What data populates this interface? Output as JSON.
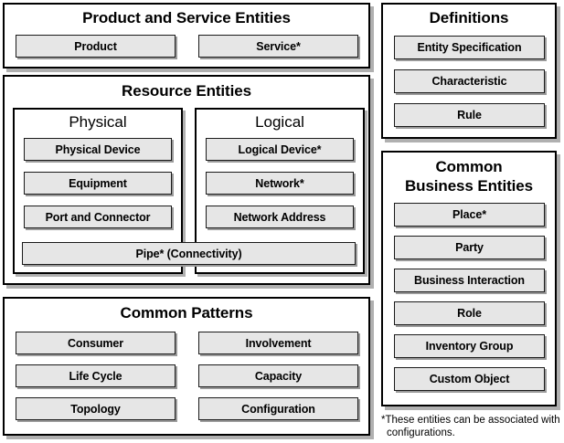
{
  "diagram": {
    "panels": {
      "product_service": {
        "title": "Product and Service Entities",
        "entities": [
          "Product",
          "Service*"
        ]
      },
      "resource": {
        "title": "Resource Entities",
        "subpanels": {
          "physical": {
            "title": "Physical",
            "entities": [
              "Physical Device",
              "Equipment",
              "Port and Connector"
            ]
          },
          "logical": {
            "title": "Logical",
            "entities": [
              "Logical Device*",
              "Network*",
              "Network Address"
            ]
          }
        },
        "spanning_entity": "Pipe* (Connectivity)"
      },
      "common_patterns": {
        "title": "Common Patterns",
        "left_entities": [
          "Consumer",
          "Life Cycle",
          "Topology"
        ],
        "right_entities": [
          "Involvement",
          "Capacity",
          "Configuration"
        ]
      },
      "definitions": {
        "title": "Definitions",
        "entities": [
          "Entity Specification",
          "Characteristic",
          "Rule"
        ]
      },
      "common_business": {
        "title_line1": "Common",
        "title_line2": "Business Entities",
        "entities": [
          "Place*",
          "Party",
          "Business Interaction",
          "Role",
          "Inventory Group",
          "Custom Object"
        ]
      }
    },
    "footnote": "*These entities can be associated with configurations."
  },
  "colors": {
    "panel_background": "#ffffff",
    "panel_border": "#000000",
    "entity_fill": "#e6e6e6",
    "entity_border": "#1a1a1a",
    "shadow": "#b0b0b0",
    "text": "#000000"
  }
}
